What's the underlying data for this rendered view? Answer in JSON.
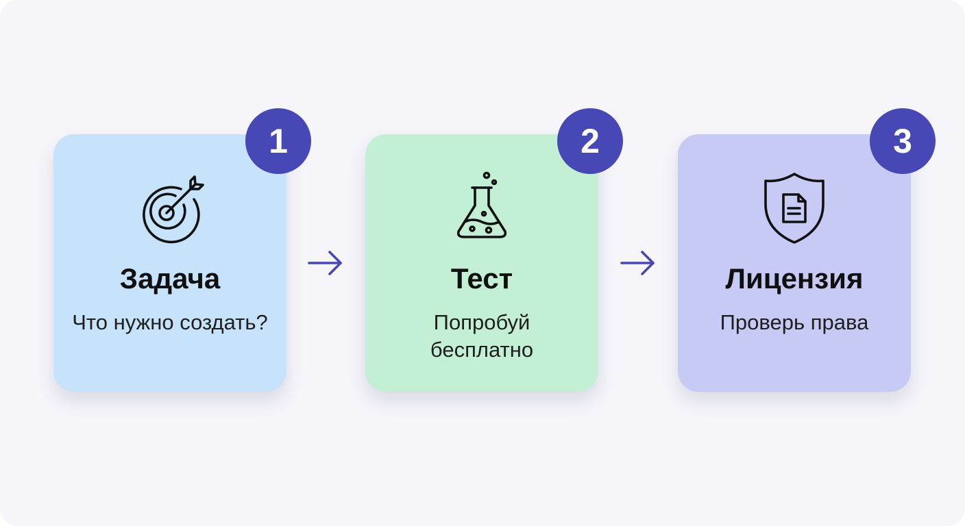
{
  "colors": {
    "background": "#f5f5fa",
    "accent": "#4747b5",
    "card_1": "#c7e3fb",
    "card_2": "#c3efd4",
    "card_3": "#c8caf6",
    "icon_stroke": "#111111"
  },
  "steps": [
    {
      "number": "1",
      "title": "Задача",
      "description": "Что нужно создать?",
      "icon": "target-icon"
    },
    {
      "number": "2",
      "title": "Тест",
      "description": "Попробуй бесплатно",
      "icon": "flask-icon"
    },
    {
      "number": "3",
      "title": "Лицензия",
      "description": "Проверь права",
      "icon": "shield-document-icon"
    }
  ],
  "connectors": [
    {
      "icon": "arrow-right-icon"
    },
    {
      "icon": "arrow-right-icon"
    }
  ]
}
